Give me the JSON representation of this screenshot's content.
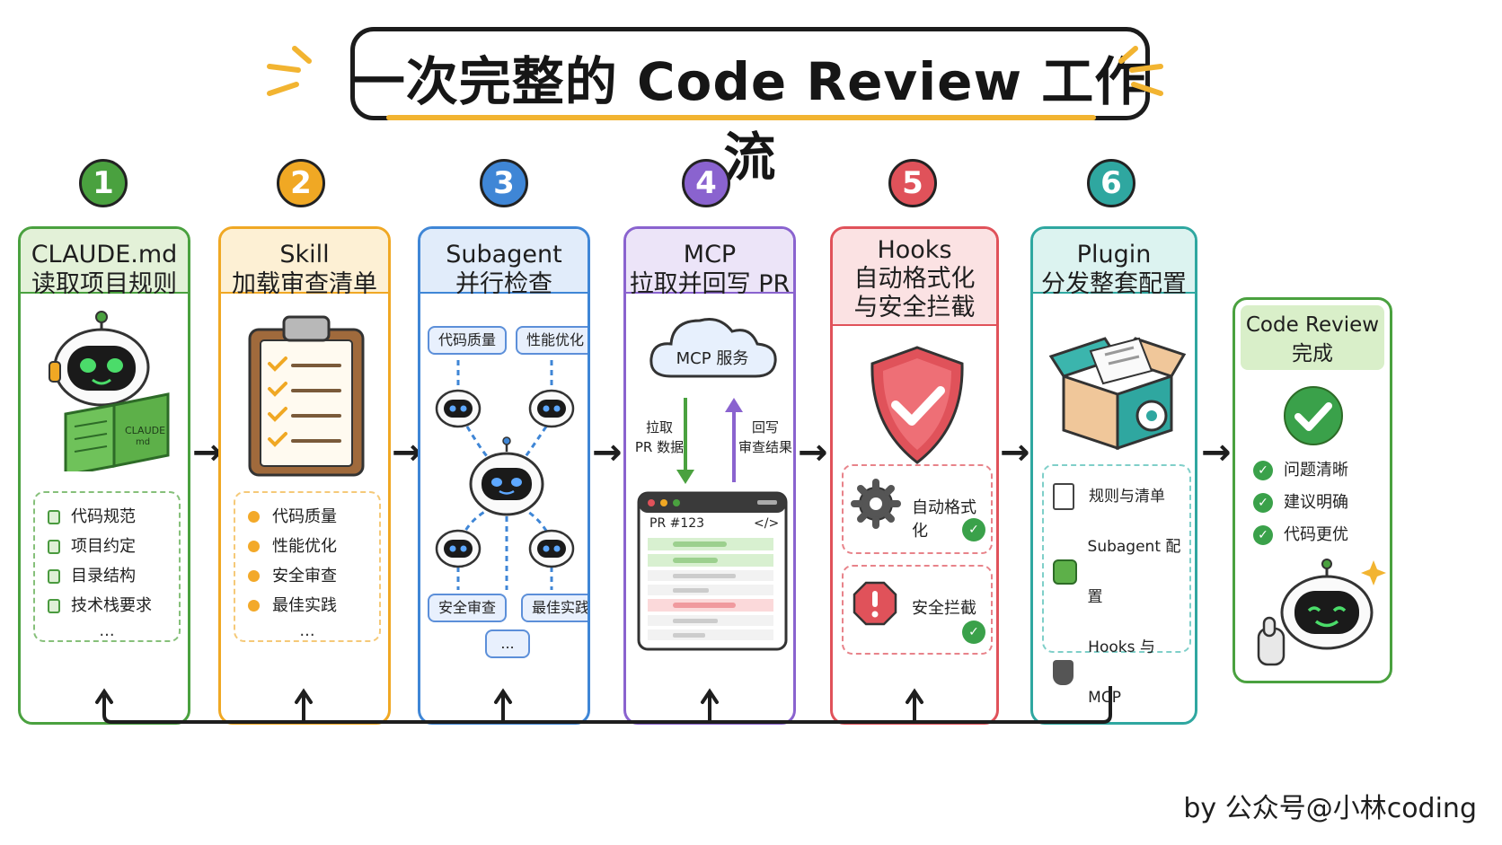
{
  "title": "一次完整的 Code Review 工作流",
  "steps": [
    {
      "num": "1",
      "en": "CLAUDE.md",
      "zh": "读取项目规则",
      "color": "#4aa13f",
      "bg": "#e3f1d8",
      "items": [
        "代码规范",
        "项目约定",
        "目录结构",
        "技术栈要求"
      ],
      "more": "..."
    },
    {
      "num": "2",
      "en": "Skill",
      "zh": "加载审查清单",
      "color": "#f0a824",
      "bg": "#fdf0d4",
      "items": [
        "代码质量",
        "性能优化",
        "安全审查",
        "最佳实践"
      ],
      "more": "..."
    },
    {
      "num": "3",
      "en": "Subagent",
      "zh": "并行检查",
      "color": "#3f86d6",
      "bg": "#e1ecfa",
      "tags": [
        "代码质量",
        "性能优化",
        "安全审查",
        "最佳实践"
      ],
      "more": "..."
    },
    {
      "num": "4",
      "en": "MCP",
      "zh": "拉取并回写 PR",
      "color": "#8a63cf",
      "bg": "#ece4f8",
      "cloud": "MCP 服务",
      "pull_label_1": "拉取",
      "pull_label_2": "PR 数据",
      "write_label_1": "回写",
      "write_label_2": "审查结果",
      "pr": "PR #123",
      "code_icon": "</>"
    },
    {
      "num": "5",
      "en": "Hooks",
      "zh1": "自动格式化",
      "zh2": "与安全拦截",
      "color": "#e0525a",
      "bg": "#fbe2e3",
      "cards": [
        "自动格式化",
        "安全拦截"
      ]
    },
    {
      "num": "6",
      "en": "Plugin",
      "zh": "分发整套配置",
      "color": "#2fa7a0",
      "bg": "#dcf3f0",
      "rows": [
        "规则与清单",
        "Subagent 配置",
        "Hooks 与 MCP"
      ],
      "more": "..."
    }
  ],
  "done": {
    "en": "Code Review",
    "zh": "完成",
    "items": [
      "问题清晰",
      "建议明确",
      "代码更优"
    ],
    "color": "#4aa13f",
    "bg": "#d9efc9"
  },
  "book_label_1": "CLAUDE",
  "book_label_2": "md",
  "footer": "by 公众号@小林coding"
}
